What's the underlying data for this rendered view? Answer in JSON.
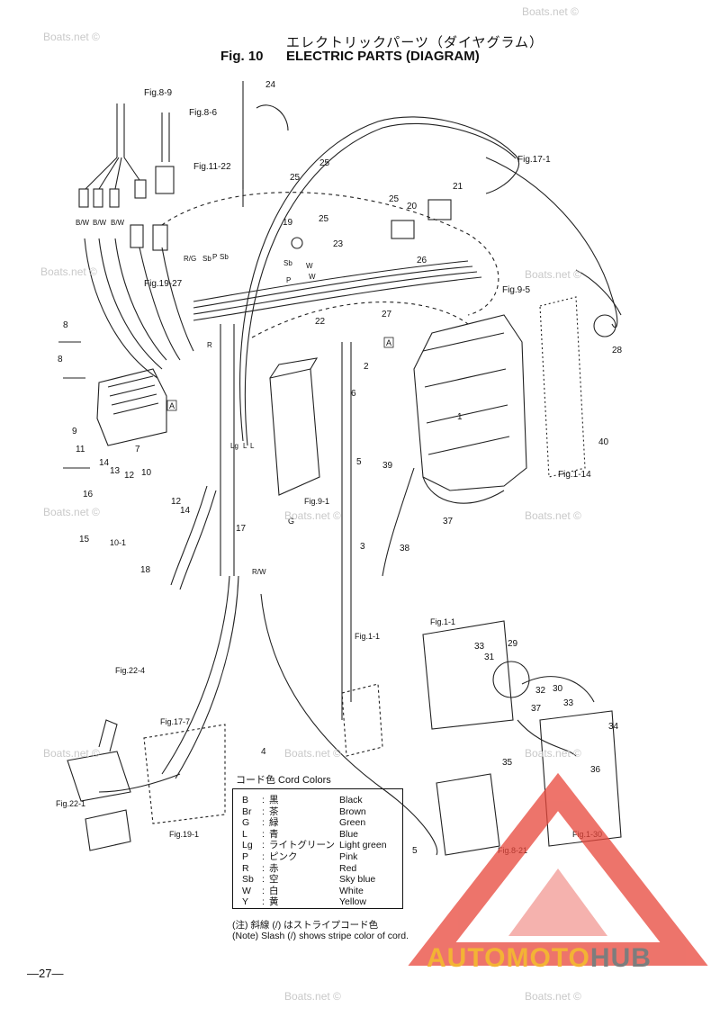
{
  "header": {
    "title_jp": "エレクトリックパーツ（ダイヤグラム）",
    "fig_label": "Fig. 10",
    "title_en": "ELECTRIC PARTS (DIAGRAM)"
  },
  "watermark": {
    "text": "Boats.net ©"
  },
  "brand": {
    "part1": "AUTOMOTO",
    "part2": "HUB",
    "accent_color": "#e8463a",
    "text_color": "#f3b335"
  },
  "page_number": "—27—",
  "legend": {
    "header": "コード色   Cord Colors",
    "rows": [
      {
        "code": "B",
        "jp": "黒",
        "en": "Black"
      },
      {
        "code": "Br",
        "jp": "茶",
        "en": "Brown"
      },
      {
        "code": "G",
        "jp": "緑",
        "en": "Green"
      },
      {
        "code": "L",
        "jp": "青",
        "en": "Blue"
      },
      {
        "code": "Lg",
        "jp": "ライトグリーン",
        "en": "Light green"
      },
      {
        "code": "P",
        "jp": "ピンク",
        "en": "Pink"
      },
      {
        "code": "R",
        "jp": "赤",
        "en": "Red"
      },
      {
        "code": "Sb",
        "jp": "空",
        "en": "Sky blue"
      },
      {
        "code": "W",
        "jp": "白",
        "en": "White"
      },
      {
        "code": "Y",
        "jp": "黄",
        "en": "Yellow"
      }
    ],
    "note_jp": "(注) 斜線 (/) はストライプコード色",
    "note_en": "(Note)  Slash (/) shows stripe color of cord."
  },
  "diagram": {
    "labels": [
      {
        "t": "Fig.8-9"
      },
      {
        "t": "Fig.8-6"
      },
      {
        "t": "24"
      },
      {
        "t": "Fig.17-1"
      },
      {
        "t": "Fig.11-22"
      },
      {
        "t": "25"
      },
      {
        "t": "25"
      },
      {
        "t": "25"
      },
      {
        "t": "25"
      },
      {
        "t": "21"
      },
      {
        "t": "20"
      },
      {
        "t": "19"
      },
      {
        "t": "23"
      },
      {
        "t": "26"
      },
      {
        "t": "B/W"
      },
      {
        "t": "B/W"
      },
      {
        "t": "B/W"
      },
      {
        "t": "R/G"
      },
      {
        "t": "Sb"
      },
      {
        "t": "Sb"
      },
      {
        "t": "W"
      },
      {
        "t": "P"
      },
      {
        "t": "W"
      },
      {
        "t": "Fig.19-27"
      },
      {
        "t": "Fig.9-5"
      },
      {
        "t": "27"
      },
      {
        "t": "22"
      },
      {
        "t": "8"
      },
      {
        "t": "8"
      },
      {
        "t": "9"
      },
      {
        "t": "7"
      },
      {
        "t": "A"
      },
      {
        "t": "A"
      },
      {
        "t": "28"
      },
      {
        "t": "2"
      },
      {
        "t": "6"
      },
      {
        "t": "1"
      },
      {
        "t": "40"
      },
      {
        "t": "5"
      },
      {
        "t": "39"
      },
      {
        "t": "Fig.1-14"
      },
      {
        "t": "11"
      },
      {
        "t": "14"
      },
      {
        "t": "13"
      },
      {
        "t": "12"
      },
      {
        "t": "10"
      },
      {
        "t": "16"
      },
      {
        "t": "15"
      },
      {
        "t": "10-1"
      },
      {
        "t": "12"
      },
      {
        "t": "14"
      },
      {
        "t": "Fig.9-1"
      },
      {
        "t": "G"
      },
      {
        "t": "37"
      },
      {
        "t": "17"
      },
      {
        "t": "18"
      },
      {
        "t": "3"
      },
      {
        "t": "38"
      },
      {
        "t": "R/W"
      },
      {
        "t": "Lg"
      },
      {
        "t": "L"
      },
      {
        "t": "L"
      },
      {
        "t": "R"
      },
      {
        "t": "P"
      },
      {
        "t": "Sb"
      },
      {
        "t": "Fig.1-1"
      },
      {
        "t": "Fig.1-1"
      },
      {
        "t": "33"
      },
      {
        "t": "31"
      },
      {
        "t": "29"
      },
      {
        "t": "Fig.22-4"
      },
      {
        "t": "32"
      },
      {
        "t": "30"
      },
      {
        "t": "33"
      },
      {
        "t": "37"
      },
      {
        "t": "34"
      },
      {
        "t": "Fig.17-7"
      },
      {
        "t": "4"
      },
      {
        "t": "35"
      },
      {
        "t": "36"
      },
      {
        "t": "Fig.22-1"
      },
      {
        "t": "Fig.19-1"
      },
      {
        "t": "5"
      },
      {
        "t": "Fig.8-21"
      },
      {
        "t": "Fig.1-30"
      }
    ]
  }
}
